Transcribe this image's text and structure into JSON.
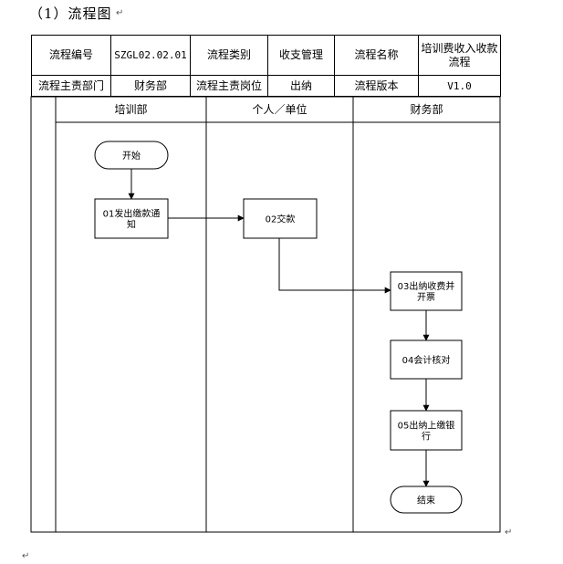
{
  "heading": "（1）流程图",
  "paragraph_mark": "↵",
  "meta": {
    "row1": [
      {
        "name": "process-number-label",
        "text": "流程编号"
      },
      {
        "name": "process-number-value",
        "text": "SZGL02.02.01"
      },
      {
        "name": "process-category-label",
        "text": "流程类别"
      },
      {
        "name": "process-category-value",
        "text": "收支管理"
      },
      {
        "name": "process-name-label",
        "text": "流程名称"
      },
      {
        "name": "process-name-value",
        "text": "培训费收入收款流程"
      }
    ],
    "row2": [
      {
        "name": "owner-dept-label",
        "text": "流程主责部门"
      },
      {
        "name": "owner-dept-value",
        "text": "财务部"
      },
      {
        "name": "owner-post-label",
        "text": "流程主责岗位"
      },
      {
        "name": "owner-post-value",
        "text": "出纳"
      },
      {
        "name": "process-version-label",
        "text": "流程版本"
      },
      {
        "name": "process-version-value",
        "text": "V1.0"
      }
    ]
  },
  "lanes": [
    {
      "id": "training",
      "title": "培训部"
    },
    {
      "id": "individual",
      "title": "个人／单位"
    },
    {
      "id": "finance",
      "title": "财务部"
    }
  ],
  "nodes": [
    {
      "id": "start",
      "kind": "terminal",
      "lane": "training",
      "lines": [
        "开始"
      ]
    },
    {
      "id": "n01",
      "kind": "process",
      "lane": "training",
      "lines": [
        "01发出缴款通",
        "知"
      ]
    },
    {
      "id": "n02",
      "kind": "process",
      "lane": "individual",
      "lines": [
        "02交款"
      ]
    },
    {
      "id": "n03",
      "kind": "process",
      "lane": "finance",
      "lines": [
        "03出纳收费并",
        "开票"
      ]
    },
    {
      "id": "n04",
      "kind": "process",
      "lane": "finance",
      "lines": [
        "04会计核对"
      ]
    },
    {
      "id": "n05",
      "kind": "process",
      "lane": "finance",
      "lines": [
        "05出纳上缴银",
        "行"
      ]
    },
    {
      "id": "end",
      "kind": "terminal",
      "lane": "finance",
      "lines": [
        "结束"
      ]
    }
  ],
  "edges": [
    {
      "from": "start",
      "to": "n01"
    },
    {
      "from": "n01",
      "to": "n02"
    },
    {
      "from": "n02",
      "to": "n03"
    },
    {
      "from": "n03",
      "to": "n04"
    },
    {
      "from": "n04",
      "to": "n05"
    },
    {
      "from": "n05",
      "to": "end"
    }
  ]
}
